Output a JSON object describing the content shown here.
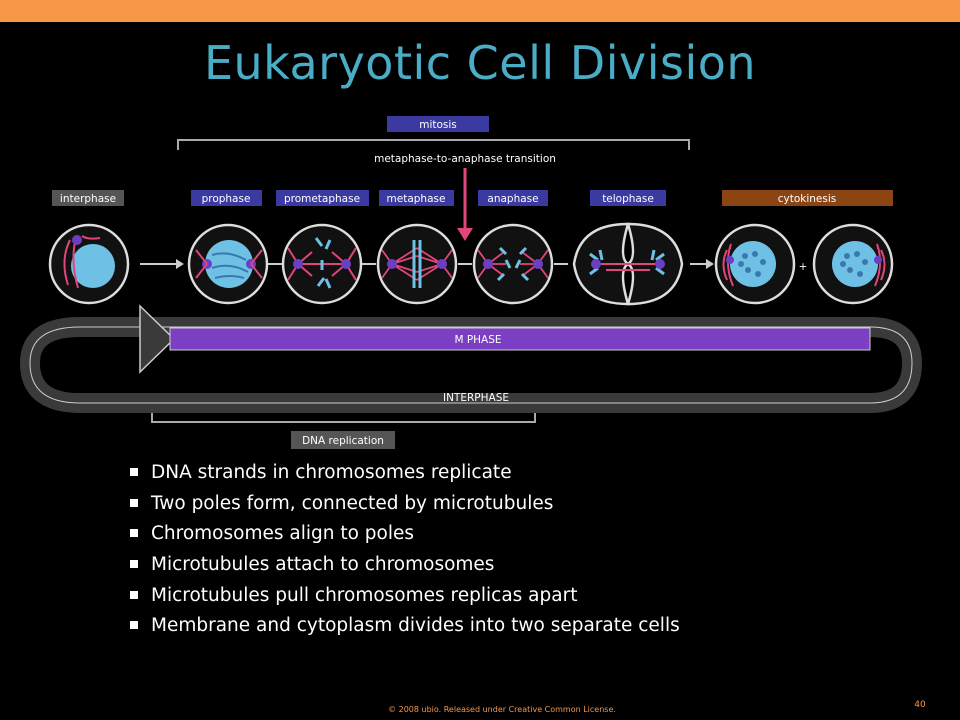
{
  "slide": {
    "title": "Eukaryotic Cell Division",
    "accent_color": "#f79646",
    "title_color": "#4bacc6"
  },
  "diagram": {
    "mitosis_label": "mitosis",
    "transition_label": "metaphase-to-anaphase transition",
    "phases": [
      {
        "label": "interphase"
      },
      {
        "label": "prophase"
      },
      {
        "label": "prometaphase"
      },
      {
        "label": "metaphase"
      },
      {
        "label": "anaphase"
      },
      {
        "label": "telophase"
      },
      {
        "label": "cytokinesis"
      }
    ],
    "plus_sign": "+",
    "m_phase_label": "M  PHASE",
    "interphase_band_label": "INTERPHASE",
    "dna_replication_label": "DNA replication",
    "colors": {
      "phase_label_bg": "#3a3aa0",
      "interphase_label_bg": "#555555",
      "cytokinesis_label_bg": "#8b4513",
      "m_phase_bar": "#7b3fc4",
      "cycle_band": "#3a3a3a",
      "nucleus": "#6ec1e4",
      "spindle": "#e0457b",
      "pole": "#6a3fc4"
    }
  },
  "bullets": [
    "DNA strands in chromosomes replicate",
    "Two poles form, connected by microtubules",
    "Chromosomes align to poles",
    "Microtubules attach to chromosomes",
    "Microtubules pull chromosomes replicas apart",
    "Membrane and cytoplasm divides into two separate cells"
  ],
  "footer": {
    "copyright": "© 2008 ubio. Released under Creative Common License.",
    "page_number": "40"
  }
}
